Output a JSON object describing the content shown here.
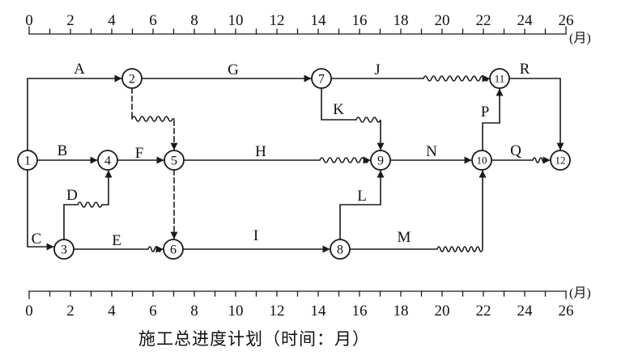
{
  "meta": {
    "caption": "施工总进度计划（时间：月）",
    "unit_label": "(月)",
    "diagram_type": "time-scaled-network-plan"
  },
  "colors": {
    "ink": "#1a1a1a",
    "background": "#ffffff"
  },
  "timescale": {
    "start": 0,
    "end": 26,
    "minor_step": 1,
    "major_step": 2,
    "labels": [
      "0",
      "2",
      "4",
      "6",
      "8",
      "10",
      "12",
      "14",
      "16",
      "18",
      "20",
      "22",
      "24",
      "26"
    ]
  },
  "nodes": [
    {
      "id": "1",
      "time": 0
    },
    {
      "id": "2",
      "time": 5
    },
    {
      "id": "3",
      "time": 2
    },
    {
      "id": "4",
      "time": 4
    },
    {
      "id": "5",
      "time": 7
    },
    {
      "id": "6",
      "time": 7
    },
    {
      "id": "7",
      "time": 14
    },
    {
      "id": "8",
      "time": 15
    },
    {
      "id": "9",
      "time": 17
    },
    {
      "id": "10",
      "time": 22
    },
    {
      "id": "11",
      "time": 23
    },
    {
      "id": "12",
      "time": 26
    }
  ],
  "activities": [
    {
      "name": "A",
      "from": "1",
      "to": "2",
      "wavy_free_float": false
    },
    {
      "name": "B",
      "from": "1",
      "to": "4",
      "wavy_free_float": false
    },
    {
      "name": "C",
      "from": "1",
      "to": "3",
      "wavy_free_float": false
    },
    {
      "name": "D",
      "from": "3",
      "to": "4",
      "wavy_free_float": true
    },
    {
      "name": "E",
      "from": "3",
      "to": "6",
      "wavy_free_float": true
    },
    {
      "name": "F",
      "from": "4",
      "to": "5",
      "wavy_free_float": false
    },
    {
      "name": "G",
      "from": "2",
      "to": "7",
      "wavy_free_float": false
    },
    {
      "name": "H",
      "from": "5",
      "to": "9",
      "wavy_free_float": true
    },
    {
      "name": "I",
      "from": "6",
      "to": "8",
      "wavy_free_float": false
    },
    {
      "name": "J",
      "from": "7",
      "to": "11",
      "wavy_free_float": true
    },
    {
      "name": "K",
      "from": "7",
      "to": "9",
      "wavy_free_float": true
    },
    {
      "name": "L",
      "from": "8",
      "to": "9",
      "wavy_free_float": false
    },
    {
      "name": "M",
      "from": "8",
      "to": "10",
      "wavy_free_float": true
    },
    {
      "name": "N",
      "from": "9",
      "to": "10",
      "wavy_free_float": false
    },
    {
      "name": "P",
      "from": "10",
      "to": "11",
      "wavy_free_float": false
    },
    {
      "name": "Q",
      "from": "10",
      "to": "12",
      "wavy_free_float": true
    },
    {
      "name": "R",
      "from": "11",
      "to": "12",
      "wavy_free_float": false
    }
  ],
  "dummy_relations": [
    {
      "from": "2",
      "to": "5",
      "style": "dashed",
      "wavy_free_float": true
    },
    {
      "from": "5",
      "to": "6",
      "style": "dashed",
      "wavy_free_float": false
    }
  ]
}
